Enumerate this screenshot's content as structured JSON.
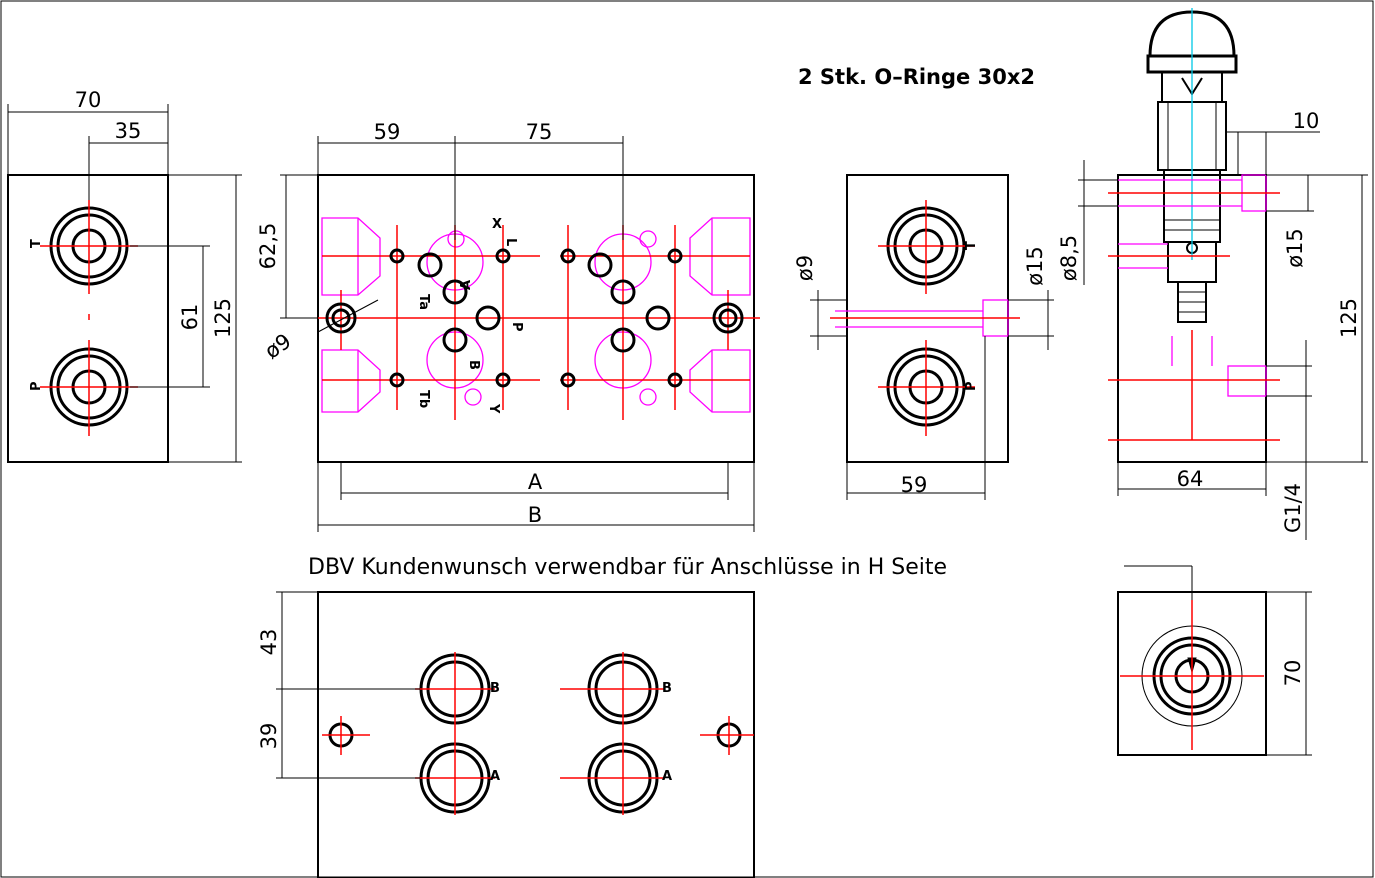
{
  "notes": {
    "o_rings": "2 Stk. O–Ringe 30x2",
    "dbv": "DBV Kundenwunsch verwendbar für Anschlüsse in H Seite"
  },
  "dims": {
    "left_width": "70",
    "left_half": "35",
    "left_spacing": "61",
    "left_height": "125",
    "front_59": "59",
    "front_75": "75",
    "front_62_5": "62,5",
    "front_d9": "ø9",
    "front_A": "A",
    "front_B": "B",
    "side_d9": "ø9",
    "side_d15": "ø15",
    "side_59": "59",
    "right_10": "10",
    "right_d8_5": "ø8,5",
    "right_d15": "ø15",
    "right_125": "125",
    "right_64": "64",
    "right_g14": "G1/4",
    "bottom_43": "43",
    "bottom_39": "39",
    "bottom_right_70": "70"
  },
  "ports": {
    "T": "T",
    "P": "P",
    "A": "A",
    "B": "B",
    "X": "X",
    "L": "L",
    "Y": "Y",
    "Ta": "Ta",
    "Tb": "Tb"
  }
}
